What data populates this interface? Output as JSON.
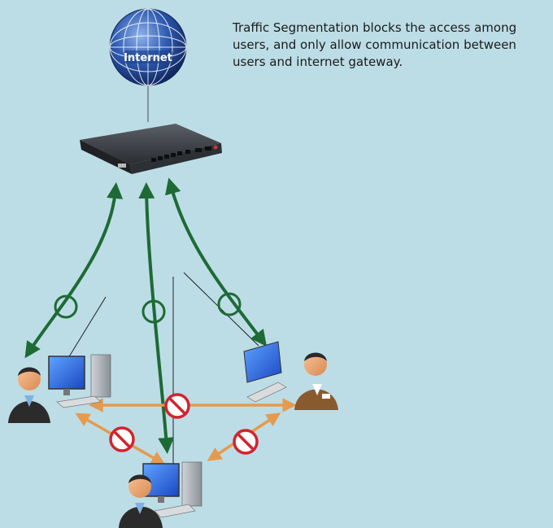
{
  "caption": "Traffic Segmentation blocks the access among users, and only allow communication between users and internet gateway.",
  "internet_label": "Internet",
  "colors": {
    "background": "#bcdde6",
    "allowed_arrow": "#1e6a35",
    "blocked_arrow": "#e59a4e",
    "blocked_symbol": "#d1242f",
    "globe": "#1b3f86"
  },
  "nodes": {
    "gateway": "gateway-router",
    "internet": "internet-globe",
    "users": [
      "user-left",
      "user-right",
      "user-bottom"
    ]
  }
}
